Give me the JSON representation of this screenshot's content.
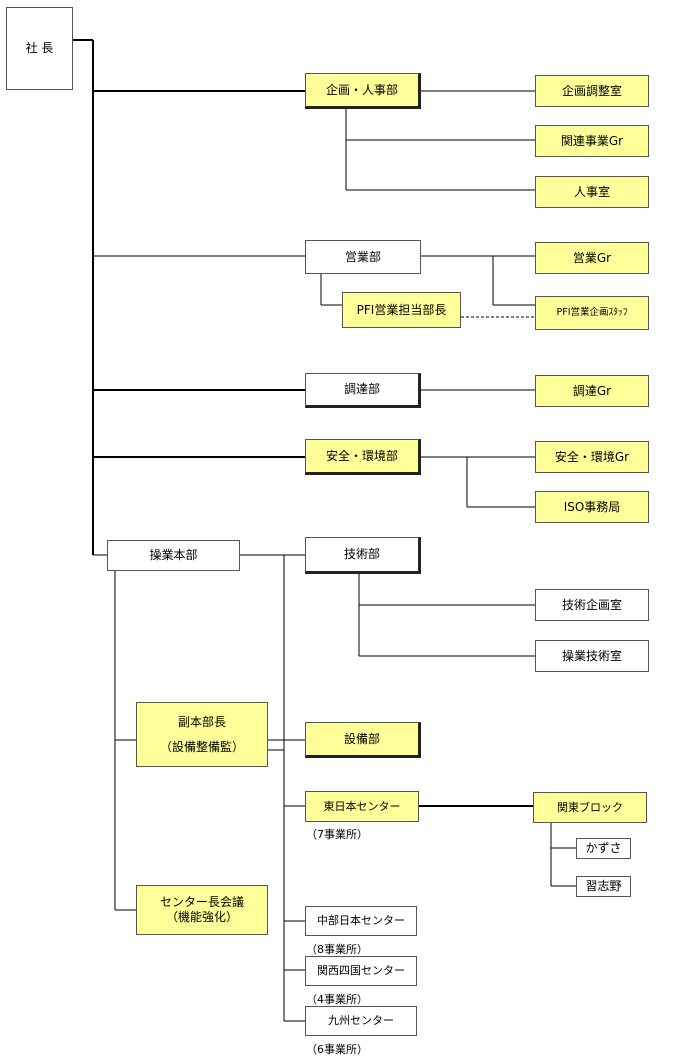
{
  "nodes": {
    "president": "社 長",
    "planning_hr": "企画・人事部",
    "planning_adj": "企画調整室",
    "affiliates_gr": "関連事業Gr",
    "hr_office": "人事室",
    "sales_dept": "営業部",
    "sales_gr": "営業Gr",
    "pfi_sales_gm": "PFI営業担当部長",
    "pfi_planning_staff": "PFI営業企画ｽﾀｯﾌ",
    "procurement_dept": "調達部",
    "procurement_gr": "調達Gr",
    "safety_env_dept": "安全・環境部",
    "safety_env_gr": "安全・環境Gr",
    "iso_office": "ISO事務局",
    "operations_hq": "操業本部",
    "tech_dept": "技術部",
    "tech_planning": "技術企画室",
    "ops_tech": "操業技術室",
    "deputy_gm_title": "副本部長",
    "deputy_gm_role": "（設備整備監）",
    "facilities_dept": "設備部",
    "east_japan": "東日本センター",
    "east_japan_note": "（7事業所）",
    "kanto_block": "関東ブロック",
    "kazusa": "かずさ",
    "narashino": "習志野",
    "center_council_1": "センター長会議",
    "center_council_2": "（機能強化）",
    "chubu": "中部日本センター",
    "chubu_note": "（8事業所）",
    "kansai_shikoku": "関西四国センター",
    "kansai_shikoku_note": "（4事業所）",
    "kyushu": "九州センター",
    "kyushu_note": "（6事業所）"
  },
  "colors": {
    "highlight": "#ffff99",
    "line": "#000000",
    "border": "#555555"
  }
}
